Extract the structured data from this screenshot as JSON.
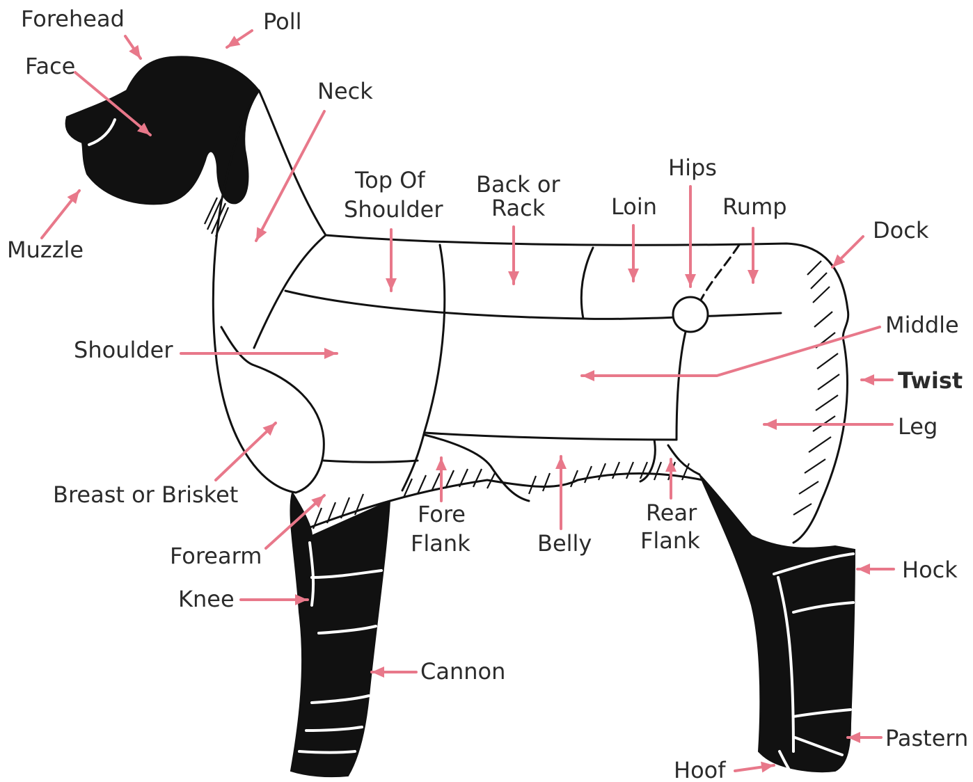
{
  "colors": {
    "arrow": "#e8788a",
    "ink": "#111111",
    "text": "#2b2b2b",
    "background": "#ffffff"
  },
  "labels": {
    "forehead": "Forehead",
    "poll": "Poll",
    "face": "Face",
    "neck": "Neck",
    "muzzle": "Muzzle",
    "top_of_shoulder_1": "Top Of",
    "top_of_shoulder_2": "Shoulder",
    "back_or_rack_1": "Back or",
    "back_or_rack_2": "Rack",
    "hips": "Hips",
    "loin": "Loin",
    "rump": "Rump",
    "dock": "Dock",
    "middle": "Middle",
    "shoulder": "Shoulder",
    "twist": "Twist",
    "leg": "Leg",
    "breast_or_brisket": "Breast or Brisket",
    "fore_flank_1": "Fore",
    "fore_flank_2": "Flank",
    "belly": "Belly",
    "rear_flank_1": "Rear",
    "rear_flank_2": "Flank",
    "forearm": "Forearm",
    "knee": "Knee",
    "hock": "Hock",
    "cannon": "Cannon",
    "pastern": "Pastern",
    "hoof": "Hoof"
  }
}
